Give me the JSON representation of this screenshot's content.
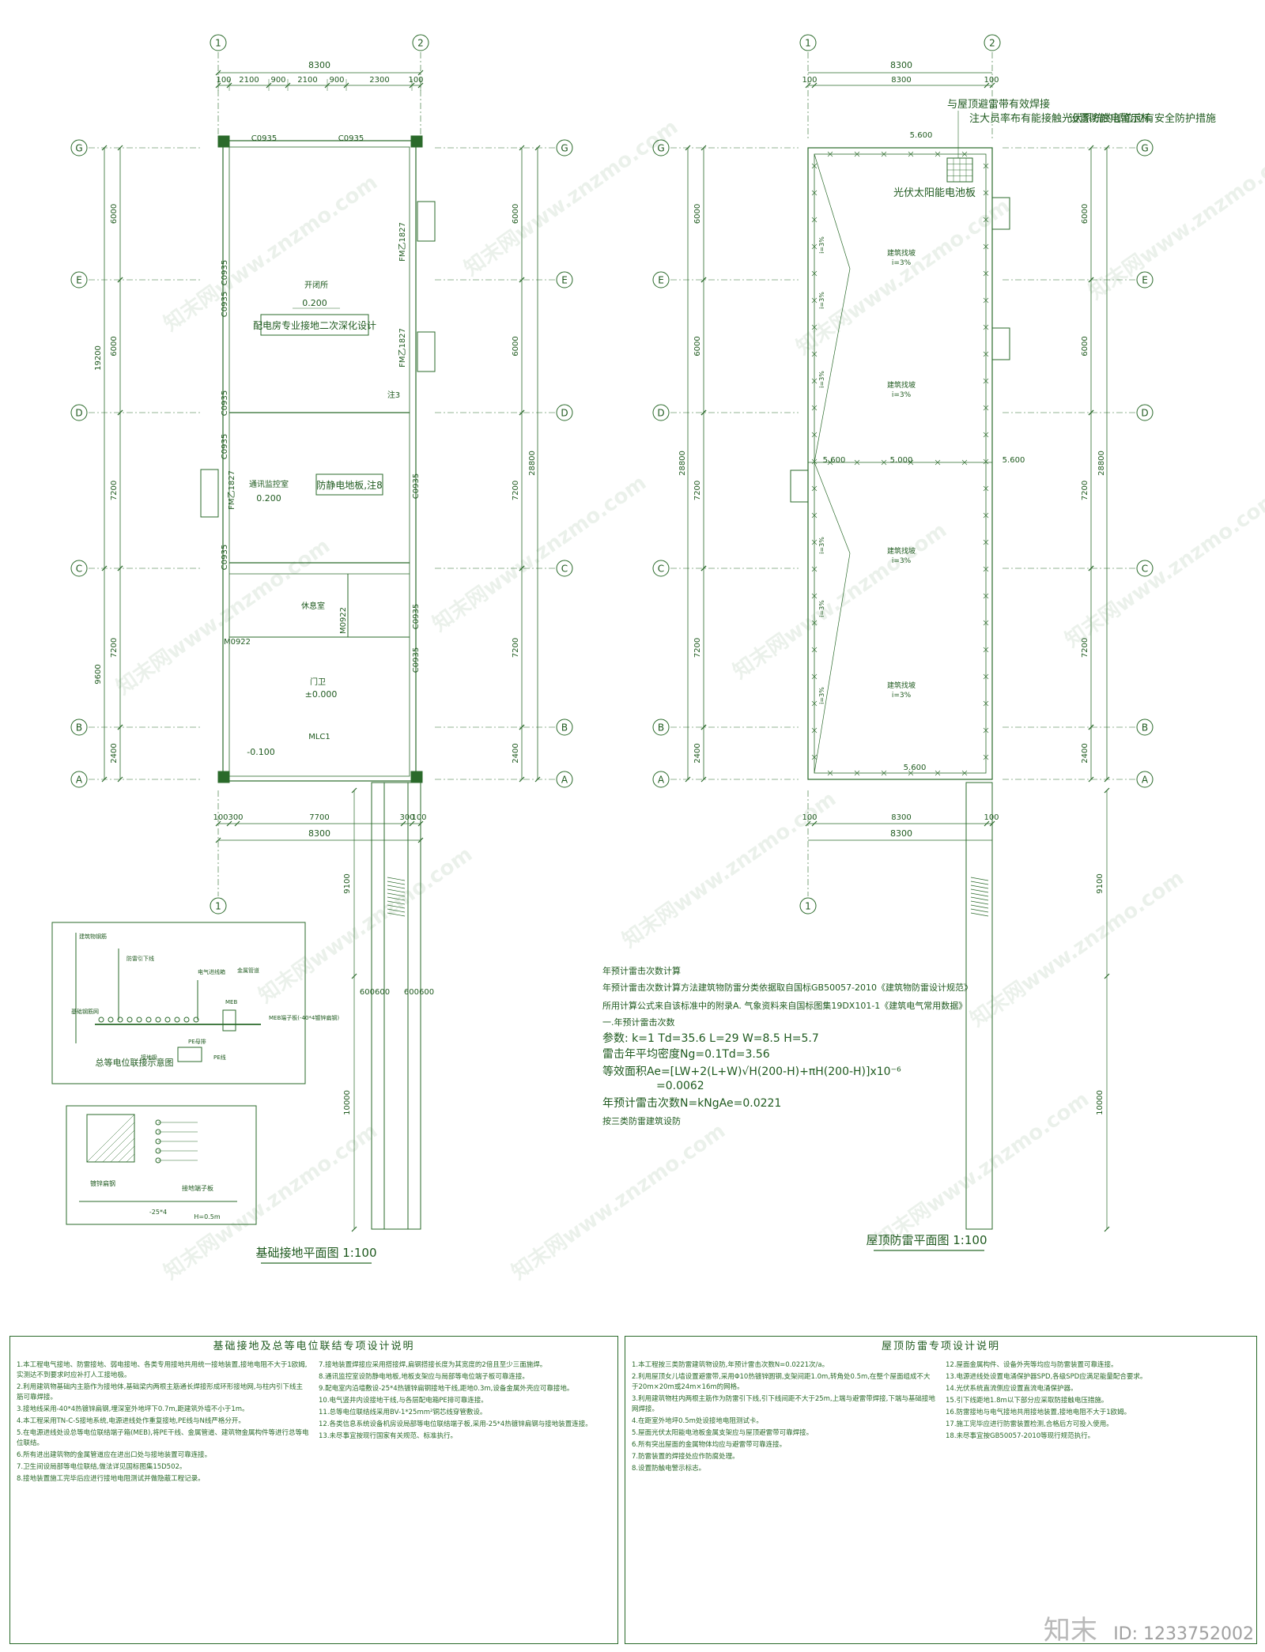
{
  "left_plan": {
    "axes_num": [
      "1",
      "2"
    ],
    "axes_letter": [
      "G",
      "E",
      "D",
      "C",
      "B",
      "A"
    ],
    "dim_top_total": "8300",
    "dim_top_parts": [
      "100",
      "2100",
      "900",
      "2100",
      "900",
      "2300",
      "100"
    ],
    "dim_left": [
      "6000",
      "6000",
      "7200",
      "7200",
      "2400"
    ],
    "dim_left_total1": "19200",
    "dim_left_total2": "9600",
    "dim_right": [
      "6000",
      "6000",
      "7200",
      "7200",
      "2400"
    ],
    "dim_right_total": "28800",
    "dim_bottom_parts": [
      "100",
      "300",
      "7700",
      "300",
      "100"
    ],
    "dim_bottom_total": "8300",
    "dim_ext": "9100",
    "dim_ext2": "10000",
    "dim_ext_w": [
      "600",
      "600",
      "600",
      "600"
    ],
    "windows": [
      "C0935",
      "C0935",
      "C0935",
      "C0935",
      "C0935",
      "C0935",
      "C0935",
      "C0935",
      "C0935",
      "C0935"
    ],
    "doors": [
      "FM乙1827",
      "FM乙1827",
      "FM乙1827",
      "M0922",
      "M0922"
    ],
    "rooms": {
      "switch_room": "开闭所",
      "switch_level": "0.200",
      "note1": "配电房专业接地二次深化设计",
      "comm_room": "通讯监控室",
      "comm_level": "0.200",
      "note2": "防静电地板,注8",
      "rest_room": "休息室",
      "guard_room": "门卫",
      "guard_level": "±0.000",
      "outside_level": "-0.100",
      "lintel": "MLC1",
      "note3": "注3"
    },
    "title": "基础接地平面图",
    "scale": "1:100"
  },
  "right_plan": {
    "axes_num": [
      "1",
      "2"
    ],
    "axes_letter": [
      "G",
      "E",
      "D",
      "C",
      "B",
      "A"
    ],
    "dim_top_total": "8300",
    "dim_top_parts": [
      "100",
      "8300",
      "100"
    ],
    "dim_bottom_parts": [
      "100",
      "8300",
      "100"
    ],
    "dim_bottom_total": "8300",
    "dim_left": [
      "6000",
      "6000",
      "7200",
      "7200",
      "2400"
    ],
    "dim_left_total": "28800",
    "dim_right": [
      "6000",
      "6000",
      "7200",
      "7200",
      "2400"
    ],
    "dim_right_total": "28800",
    "dim_ext": "9100",
    "dim_ext2": "10000",
    "leaders": [
      "与屋顶避雷带有效焊接",
      "注大员率布有能接触光伏系统的部位应有安全防护措施",
      "设置防触电警示标"
    ],
    "solar": "光伏太阳能电池板",
    "levels": [
      "5.600",
      "5.600",
      "5.000",
      "5.600",
      "5.600"
    ],
    "slope_label": "建筑找坡",
    "slope_value": "i=3%",
    "title": "屋顶防雷平面图",
    "scale": "1:100"
  },
  "calc": {
    "heading": "年预计雷击次数计算",
    "lines": [
      "年预计雷击次数计算方法建筑物防雷分类依据取自国标GB50057-2010《建筑物防雷设计规范》",
      "所用计算公式来自该标准中的附录A. 气象资料来自国标图集19DX101-1《建筑电气常用数据》",
      "一.年预计雷击次数",
      "参数: k=1  Td=35.6  L=29  W=8.5  H=5.7",
      "雷击年平均密度Ng=0.1Td=3.56",
      "等效面积Ae=[LW+2(L+W)√H(200-H)+πH(200-H)]x10⁻⁶",
      "=0.0062",
      "年预计雷击次数N=kNgAe=0.0221",
      "按三类防雷建筑设防"
    ]
  },
  "inset1": {
    "title": "总等电位联接示意图",
    "labels": [
      "建筑物钢筋",
      "防雷引下线",
      "电气进线箱",
      "MEB",
      "MEB端子板(-40*4镀锌扁钢)",
      "PE母排",
      "接地极",
      "金属管道",
      "PE线",
      "基础钢筋网"
    ]
  },
  "inset2": {
    "title": "接地端子板做法",
    "labels": [
      "接地端子板",
      "镀锌扁钢",
      "-25*4",
      "H=0.5m"
    ]
  },
  "notes_left": {
    "title": "基础接地及总等电位联结专项设计说明",
    "col1": [
      "1.本工程电气接地、防雷接地、弱电接地、各类专用接地共用统一接地装置,接地电阻不大于1欧姆,实测达不到要求时应补打人工接地极。",
      "2.利用建筑物基础内主筋作为接地体,基础梁内两根主筋通长焊接形成环形接地网,与柱内引下线主筋可靠焊接。",
      "3.接地线采用-40*4热镀锌扁钢,埋深室外地坪下0.7m,距建筑外墙不小于1m。",
      "4.本工程采用TN-C-S接地系统,电源进线处作重复接地,PE线与N线严格分开。",
      "5.在电源进线处设总等电位联结端子箱(MEB),将PE干线、金属管道、建筑物金属构件等进行总等电位联结。",
      "6.所有进出建筑物的金属管道应在进出口处与接地装置可靠连接。",
      "7.卫生间设局部等电位联结,做法详见国标图集15D502。",
      "8.接地装置施工完毕后应进行接地电阻测试并做隐蔽工程记录。"
    ],
    "col2": [
      "7.接地装置焊接应采用搭接焊,扁钢搭接长度为其宽度的2倍且至少三面施焊。",
      "8.通讯监控室设防静电地板,地板支架应与局部等电位端子板可靠连接。",
      "9.配电室内沿墙敷设-25*4热镀锌扁钢接地干线,距地0.3m,设备金属外壳应可靠接地。",
      "10.电气竖井内设接地干线,与各层配电箱PE排可靠连接。",
      "11.总等电位联结线采用BV-1*25mm²铜芯线穿管敷设。",
      "12.各类信息系统设备机房设局部等电位联结端子板,采用-25*4热镀锌扁钢与接地装置连接。",
      "13.未尽事宜按现行国家有关规范、标准执行。"
    ]
  },
  "notes_right": {
    "title": "屋顶防雷专项设计说明",
    "col1": [
      "1.本工程按三类防雷建筑物设防,年预计雷击次数N=0.0221次/a。",
      "2.利用屋顶女儿墙设置避雷带,采用Φ10热镀锌圆钢,支架间距1.0m,转角处0.5m,在整个屋面组成不大于20m×20m或24m×16m的网格。",
      "3.利用建筑物柱内两根主筋作为防雷引下线,引下线间距不大于25m,上端与避雷带焊接,下端与基础接地网焊接。",
      "4.在距室外地坪0.5m处设接地电阻测试卡。",
      "5.屋面光伏太阳能电池板金属支架应与屋顶避雷带可靠焊接。",
      "6.所有突出屋面的金属物体均应与避雷带可靠连接。",
      "7.防雷装置的焊接处应作防腐处理。",
      "8.设置防触电警示标志。"
    ],
    "col2": [
      "12.屋面金属构件、设备外壳等均应与防雷装置可靠连接。",
      "13.电源进线处设置电涌保护器SPD,各级SPD应满足能量配合要求。",
      "14.光伏系统直流侧应设置直流电涌保护器。",
      "15.引下线距地1.8m以下部分应采取防接触电压措施。",
      "16.防雷接地与电气接地共用接地装置,接地电阻不大于1欧姆。",
      "17.施工完毕应进行防雷装置检测,合格后方可投入使用。",
      "18.未尽事宜按GB50057-2010等现行规范执行。"
    ]
  },
  "brand": "知末",
  "brand_id": "ID: 1233752002",
  "watermark": "知末网www.znzmo.com"
}
